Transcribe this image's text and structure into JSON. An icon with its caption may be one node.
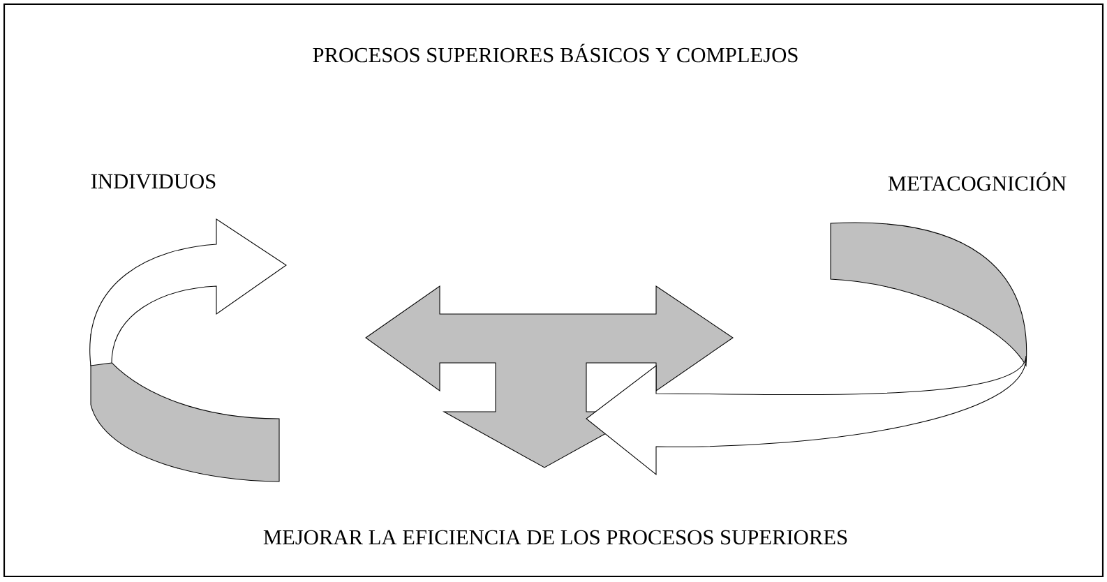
{
  "diagram": {
    "title": "PROCESOS SUPERIORES BÁSICOS Y COMPLEJOS",
    "labels": [
      "INDIVIDUOS",
      "METACOGNICIÓN",
      "MEJORAR LA EFICIENCIA DE LOS PROCESOS SUPERIORES"
    ]
  }
}
